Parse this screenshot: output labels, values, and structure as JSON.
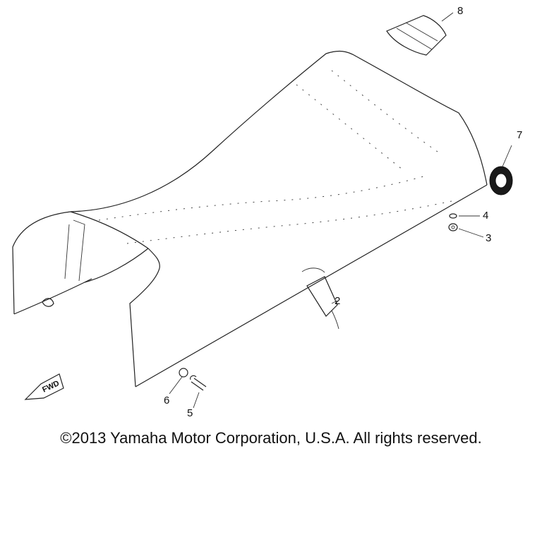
{
  "diagram": {
    "callouts": [
      "2",
      "3",
      "4",
      "5",
      "6",
      "7",
      "8"
    ],
    "fwd_label": "FWD"
  },
  "footer": {
    "copyright": "©2013 Yamaha Motor Corporation, U.S.A. All rights reserved."
  }
}
